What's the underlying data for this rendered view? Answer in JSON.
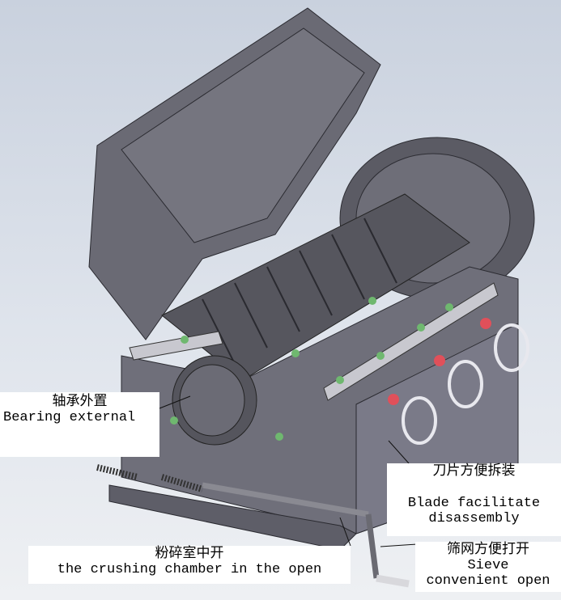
{
  "labels": {
    "bearing": {
      "zh": "轴承外置",
      "en": "Bearing external"
    },
    "blade": {
      "zh": "刀片方便拆装",
      "en_line1": "Blade facilitate",
      "en_line2": "disassembly"
    },
    "chamber": {
      "zh": "粉碎室中开",
      "en": "the crushing chamber in the open"
    },
    "sieve": {
      "zh": "筛网方便打开",
      "en_line1": "Sieve",
      "en_line2": "convenient open"
    }
  },
  "colors": {
    "body": "#6f6f7a",
    "dark": "#4a4a52",
    "bolt": "#6fb86f",
    "knob": "#e0505a"
  }
}
